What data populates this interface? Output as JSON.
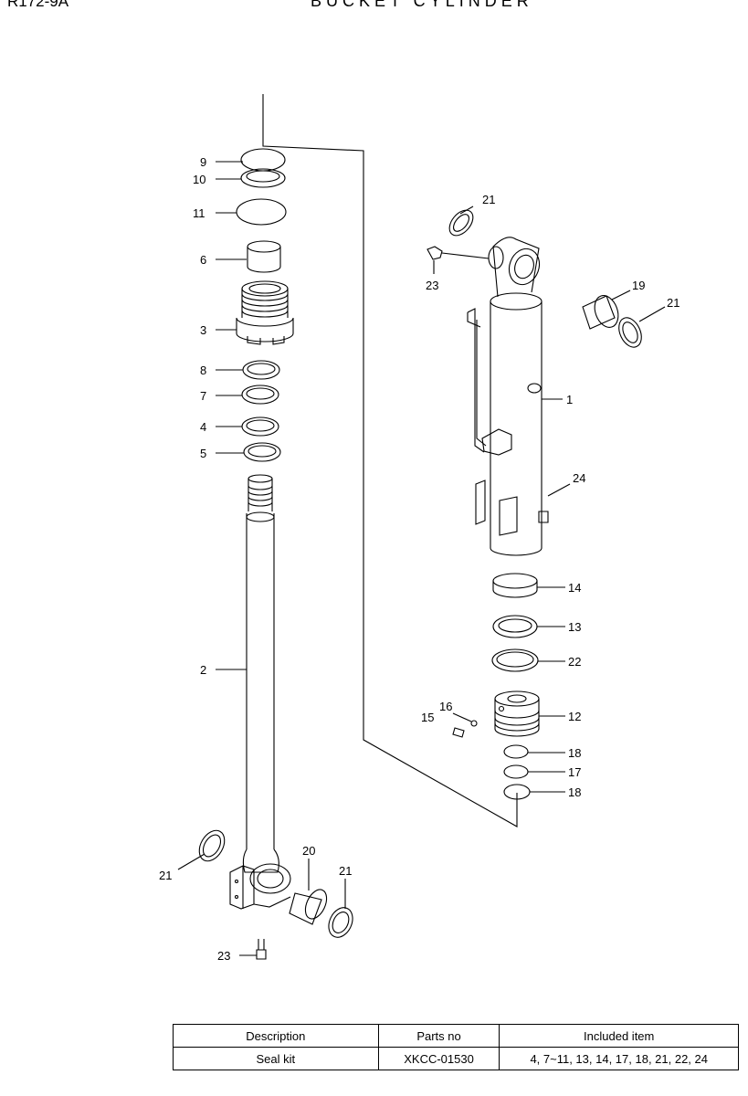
{
  "header": {
    "model": "R172-9A",
    "title": "BUCKET CYLINDER"
  },
  "callouts": {
    "p9": "9",
    "p10": "10",
    "p11": "11",
    "p6": "6",
    "p3": "3",
    "p8": "8",
    "p7": "7",
    "p4": "4",
    "p5": "5",
    "p2": "2",
    "p21a": "21",
    "p23a": "23",
    "p19": "19",
    "p21b": "21",
    "p1": "1",
    "p24": "24",
    "p14": "14",
    "p13": "13",
    "p22": "22",
    "p16": "16",
    "p15": "15",
    "p12": "12",
    "p18a": "18",
    "p17": "17",
    "p18b": "18",
    "p21c": "21",
    "p20": "20",
    "p21d": "21",
    "p23b": "23"
  },
  "table": {
    "headers": [
      "Description",
      "Parts no",
      "Included item"
    ],
    "row": {
      "description": "Seal kit",
      "parts_no": "XKCC-01530",
      "included": "4, 7~11, 13, 14, 17, 18, 21, 22, 24"
    }
  }
}
